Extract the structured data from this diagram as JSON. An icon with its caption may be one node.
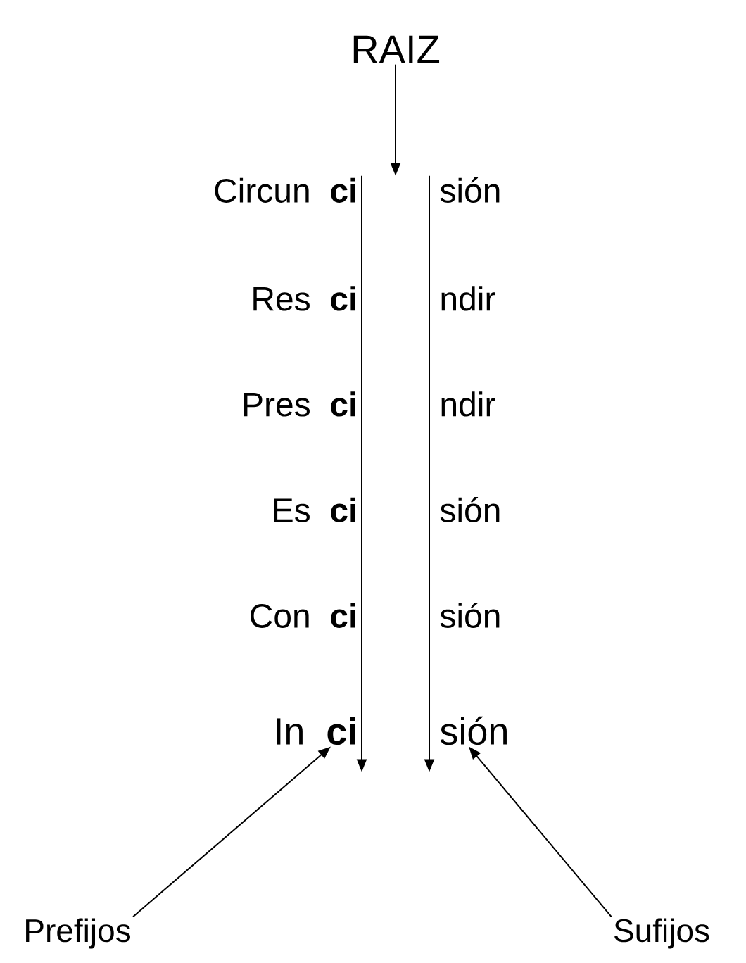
{
  "diagram": {
    "nodes": [
      {
        "text": [
          "RAIZ"
        ]
      },
      {
        "text": [
          "Circun",
          "ci",
          "sión"
        ]
      },
      {
        "text": [
          "Res",
          "ci",
          "ndir"
        ]
      },
      {
        "text": [
          "Pres",
          "ci",
          "ndir"
        ]
      },
      {
        "text": [
          "Es",
          "ci",
          "sión"
        ]
      },
      {
        "text": [
          "Con",
          "ci",
          "sión"
        ]
      },
      {
        "text": [
          "In",
          "ci",
          "sión"
        ]
      },
      {
        "text": [
          "Prefijos"
        ]
      },
      {
        "text": [
          "Sufijos"
        ]
      }
    ],
    "edges": [
      {
        "from": 0,
        "to": 1,
        "arrow": "to"
      },
      {
        "from": 1,
        "to": 6,
        "arrow": "to"
      },
      {
        "from": 1,
        "to": 6,
        "arrow": "to"
      },
      {
        "from": 7,
        "to": 6,
        "arrow": "to"
      },
      {
        "from": 8,
        "to": 6,
        "arrow": "to"
      }
    ]
  }
}
